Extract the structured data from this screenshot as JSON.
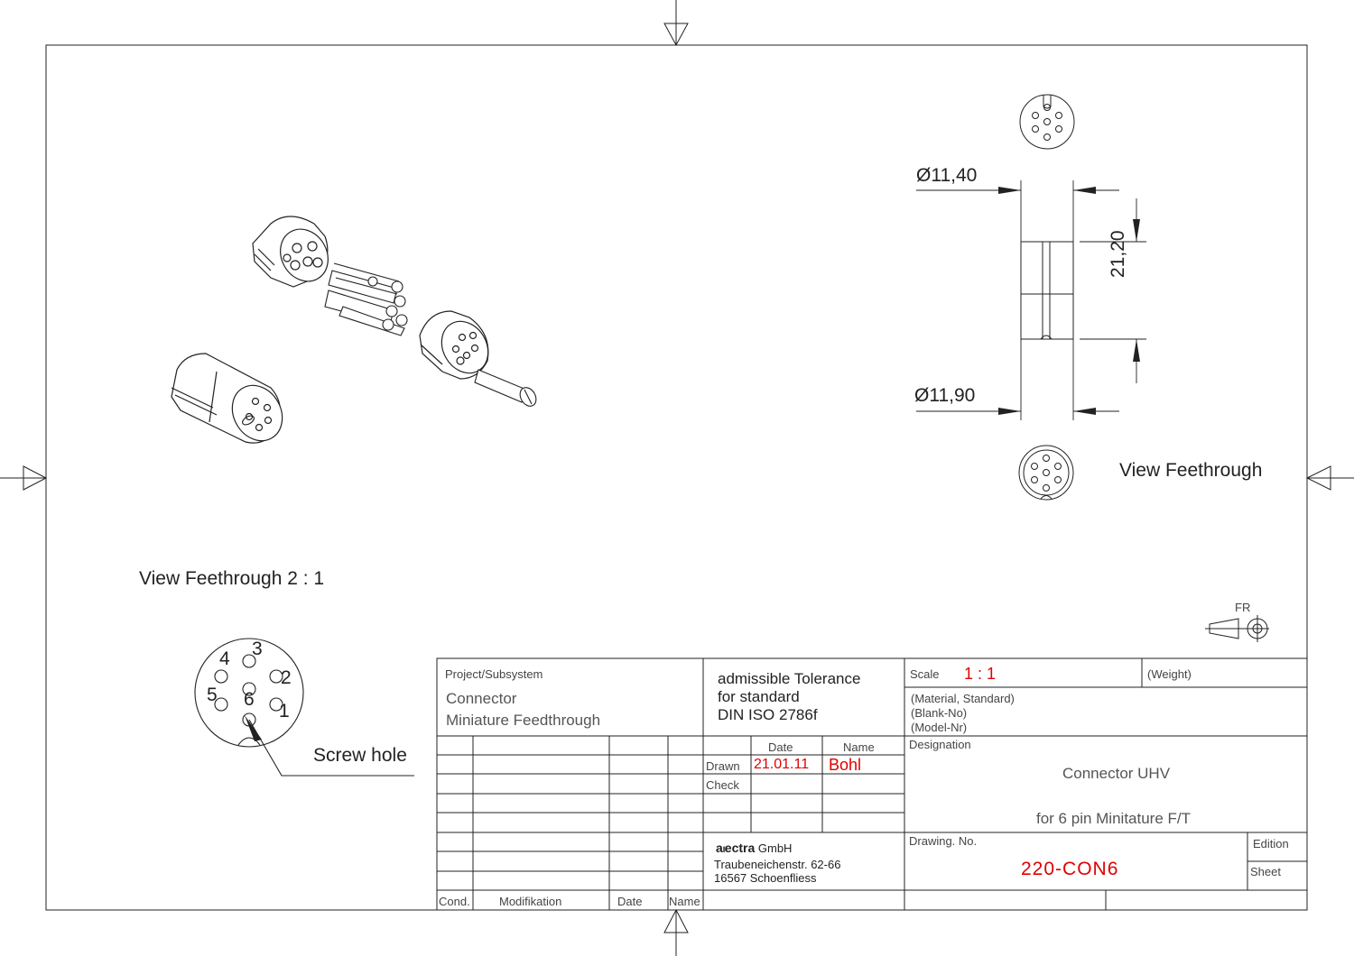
{
  "drawing": {
    "top_view_label": "View Feethrough",
    "scale_view_label": "View Feethrough  2 : 1",
    "dim_top": "Ø11,40",
    "dim_bottom": "Ø11,90",
    "dim_height": "21,20",
    "screw_hole_label": "Screw hole",
    "pin_numbers": [
      "1",
      "2",
      "3",
      "4",
      "5",
      "6"
    ],
    "projection_symbol": "FR"
  },
  "title_block": {
    "project_label": "Project/Subsystem",
    "project_line1": "Connector",
    "project_line2": "Miniature Feedthrough",
    "tolerance_line1": "admissible Tolerance",
    "tolerance_line2": "for standard",
    "tolerance_line3": "DIN ISO 2786f",
    "scale_label": "Scale",
    "scale_value": "1 : 1",
    "weight": "(Weight)",
    "material": "(Material, Standard)",
    "blank": "(Blank-No)",
    "model": "(Model-Nr)",
    "date_header": "Date",
    "name_header": "Name",
    "drawn_label": "Drawn",
    "drawn_date": "21.01.11",
    "drawn_name": "Bohl",
    "check_label": "Check",
    "designation_label": "Designation",
    "designation_line1": "Connector UHV",
    "designation_line2": "for 6 pin Minitature F/T",
    "company_a": "a",
    "company_ll": "ll",
    "company_ectra": "ectra",
    "company_suffix": " GmbH",
    "address1": "Traubeneichenstr. 62-66",
    "address2": "16567 Schoenfliess",
    "drawing_no_label": "Drawing. No.",
    "drawing_no": "220-CON6",
    "edition_label": "Edition",
    "sheet_label": "Sheet",
    "cond_label": "Cond.",
    "mod_label": "Modifikation",
    "date_label": "Date",
    "name_label": "Name"
  },
  "colors": {
    "line": "#222222",
    "accent": "#e00000"
  }
}
